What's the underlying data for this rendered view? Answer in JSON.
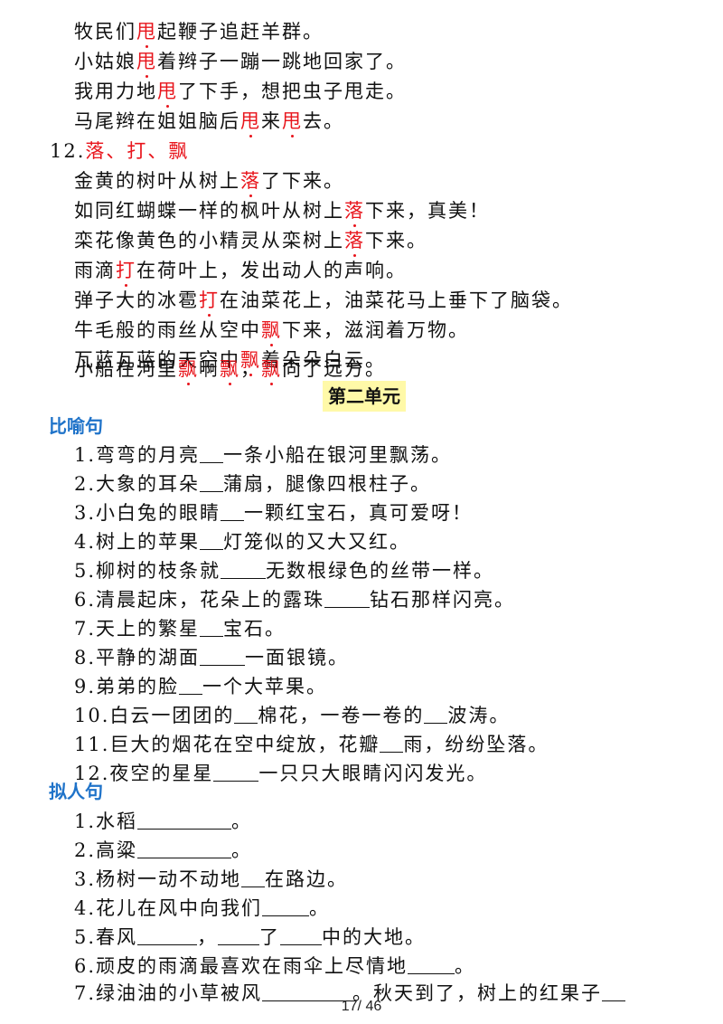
{
  "shuai": {
    "l1": {
      "a": "牧民们",
      "b": "甩",
      "c": "起鞭子追赶羊群。"
    },
    "l2": {
      "a": "小姑娘",
      "b": "甩",
      "c": "着辫子一蹦一跳地回家了。"
    },
    "l3": {
      "a": "我用力地",
      "b": "甩",
      "c": "了下手，想把虫子甩走。"
    },
    "l4": {
      "a": "马尾辫在姐姐脑后",
      "b": "甩",
      "c": "来",
      "d": "甩",
      "e": "去。"
    }
  },
  "item12": {
    "num": "12.",
    "title": "落、打、飘",
    "l1": {
      "a": "金黄的树叶从树上",
      "b": "落",
      "c": "了下来。"
    },
    "l2": {
      "a": "如同红蝴蝶一样的枫叶从树上",
      "b": "落",
      "c": "下来，真美！"
    },
    "l3": {
      "a": "栾花像黄色的小精灵从栾树上",
      "b": "落",
      "c": "下来。"
    },
    "l4": {
      "a": "雨滴",
      "b": "打",
      "c": "在荷叶上，发出动人的声响。"
    },
    "l5": {
      "a": "弹子大的冰雹",
      "b": "打",
      "c": "在油菜花上，油菜花马上垂下了脑袋。"
    },
    "l6": {
      "a": "牛毛般的雨丝从空中",
      "b": "飘",
      "c": "下来，滋润着万物。"
    },
    "l7": {
      "a": "瓦蓝瓦蓝的天空中",
      "b": "飘",
      "c": "着朵朵白云。"
    },
    "l8": {
      "a": "小船在河里",
      "b": "飘",
      "c": "啊",
      "d": "飘",
      "e": "，",
      "f": "飘",
      "g": "向了远方。"
    }
  },
  "unit_heading": "第二单元",
  "metaphor": {
    "title": "比喻句",
    "s1": {
      "a": "1.弯弯的月亮",
      "b": "一条小船在银河里飘荡。"
    },
    "s2": {
      "a": "2.大象的耳朵",
      "b": "蒲扇，腿像四根柱子。"
    },
    "s3": {
      "a": "3.小白兔的眼睛",
      "b": "一颗红宝石，真可爱呀！"
    },
    "s4": {
      "a": "4.树上的苹果",
      "b": "灯笼似的又大又红。"
    },
    "s5": {
      "a": "5.柳树的枝条就",
      "b": "无数根绿色的丝带一样。"
    },
    "s6": {
      "a": "6.清晨起床，花朵上的露珠",
      "b": "钻石那样闪亮。"
    },
    "s7": {
      "a": "7.天上的繁星",
      "b": "宝石。"
    },
    "s8": {
      "a": "8.平静的湖面",
      "b": "一面银镜。"
    },
    "s9": {
      "a": "9.弟弟的脸",
      "b": "一个大苹果。"
    },
    "s10": {
      "a": "10.白云一团团的",
      "b": "棉花，一卷一卷的",
      "c": "波涛。"
    },
    "s11": {
      "a": "11.巨大的烟花在空中绽放，花瓣",
      "b": "雨，纷纷坠落。"
    },
    "s12": {
      "a": "12.夜空的星星",
      "b": "一只只大眼睛闪闪发光。"
    }
  },
  "personification": {
    "title": "拟人句",
    "s1": {
      "a": "1.水稻",
      "b": "。"
    },
    "s2": {
      "a": "2.高粱",
      "b": "。"
    },
    "s3": {
      "a": "3.杨树一动不动地",
      "b": "在路边。"
    },
    "s4": {
      "a": "4.花儿在风中向我们",
      "b": "。"
    },
    "s5": {
      "a": "5.春风",
      "b": "，",
      "c": "了",
      "d": "中的大地。"
    },
    "s6": {
      "a": "6.顽皮的雨滴最喜欢在雨伞上尽情地",
      "b": "。"
    },
    "s7": {
      "a": "7.绿油油的小草被风",
      "b": "。秋天到了，树上的红果子"
    }
  },
  "footer": "17/ 46"
}
